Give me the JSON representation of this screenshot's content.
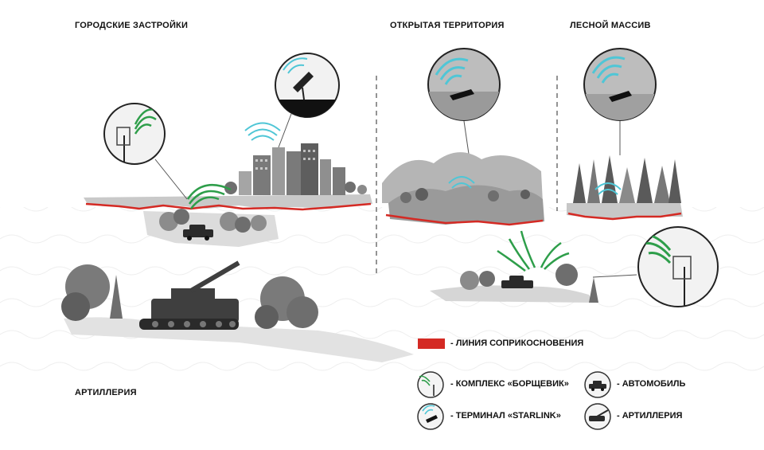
{
  "zones": {
    "urban": "ГОРОДСКИЕ ЗАСТРОЙКИ",
    "open": "ОТКРЫТАЯ ТЕРРИТОРИЯ",
    "forest": "ЛЕСНОЙ МАССИВ",
    "artillery": "АРТИЛЛЕРИЯ"
  },
  "legend": {
    "contact_line": "- ЛИНИЯ СОПРИКОСНОВЕНИЯ",
    "borshchevik": "- КОМПЛЕКС «БОРЩЕВИК»",
    "starlink": "- ТЕРМИНАЛ «STARLINK»",
    "car": "- АВТОМОБИЛЬ",
    "artillery": "- АРТИЛЛЕРИЯ"
  },
  "colors": {
    "contact_line": "#d42a24",
    "borshchevik_signal": "#2e9e4a",
    "starlink_signal": "#4fc6d6",
    "terrain": "#8a8a8a",
    "terrain_light": "#cfcfcf",
    "vehicle": "#2a2a2a"
  },
  "icons": [
    "borshchevik-antenna-icon",
    "starlink-terminal-icon",
    "car-icon",
    "artillery-icon"
  ]
}
